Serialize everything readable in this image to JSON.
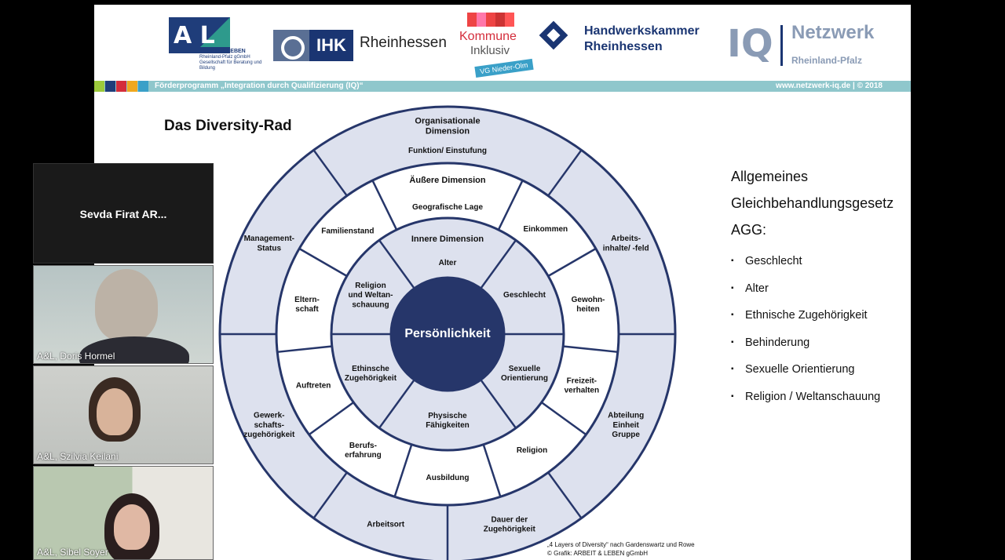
{
  "slide": {
    "logos": {
      "arbeit_leben": "A L",
      "arbeit_leben_name": "ARBEIT & LEBEN",
      "arbeit_leben_sub": "Rheinland-Pfalz gGmbH Gesellschaft für Beratung und Bildung",
      "ihk_box": "IHK",
      "ihk_name": "Rheinhessen",
      "kommune_1": "Kommune",
      "kommune_2": "Inklusiv",
      "kommune_tag": "VG Nieder-Olm",
      "hwk_name": "Handwerkskammer Rheinhessen",
      "iq_mark": "IQ",
      "iq_name": "Netzwerk",
      "iq_region": "Rheinland-Pfalz"
    },
    "stripe": {
      "left": "Förderprogramm „Integration durch Qualifizierung (IQ)“",
      "right": "www.netzwerk-iq.de  |  © 2018",
      "squares": [
        "#9cc93b",
        "#1f3d7a",
        "#d42d3b",
        "#f0a81e",
        "#3aa0c8"
      ]
    },
    "title": "Das Diversity-Rad",
    "wheel": {
      "center": "Persönlichkeit",
      "outer_header": [
        "Organisationale",
        "Dimension"
      ],
      "outer_sub": "Funktion/ Einstufung",
      "outer_segments": [
        [
          "Arbeits-",
          "inhalte/ -feld"
        ],
        [
          "Abteilung",
          "Einheit",
          "Gruppe"
        ],
        [
          "Dauer der",
          "Zugehörigkeit"
        ],
        [
          "Arbeitsort"
        ],
        [
          "Gewerk-",
          "schafts-",
          "zugehörigkeit"
        ],
        [
          "Management-",
          "Status"
        ]
      ],
      "middle_header": "Äußere Dimension",
      "middle_sub": "Geografische Lage",
      "middle_segments": [
        [
          "Einkommen"
        ],
        [
          "Gewohn-",
          "heiten"
        ],
        [
          "Freizeit-",
          "verhalten"
        ],
        [
          "Religion"
        ],
        [
          "Ausbildung"
        ],
        [
          "Berufs-",
          "erfahrung"
        ],
        [
          "Auftreten"
        ],
        [
          "Eltern-",
          "schaft"
        ],
        [
          "Familienstand"
        ]
      ],
      "inner_header": "Innere Dimension",
      "inner_sub": "Alter",
      "inner_segments": [
        [
          "Geschlecht"
        ],
        [
          "Sexuelle",
          "Orientierung"
        ],
        [
          "Physische",
          "Fähigkeiten"
        ],
        [
          "Ethinsche",
          "Zugehörigkeit"
        ],
        [
          "Religion",
          "und Weltan-",
          "schauung"
        ]
      ],
      "colors": {
        "navy": "#26366a",
        "outer_fill": "#dde1ee",
        "white": "#ffffff"
      }
    },
    "agg": {
      "heading": [
        "Allgemeines",
        "Gleichbehandlungsgesetz",
        "AGG:"
      ],
      "items": [
        "Geschlecht",
        "Alter",
        "Ethnische Zugehörigkeit",
        "Behinderung",
        "Sexuelle Orientierung",
        "Religion / Weltanschauung"
      ]
    },
    "credit": [
      "„4 Layers of Diversity“ nach Gardenswartz und Rowe",
      "© Grafik: ARBEIT & LEBEN gGmbH"
    ]
  },
  "participants": [
    {
      "name": "Sevda  Firat AR..."
    },
    {
      "name": "A&L, Doris Hormel"
    },
    {
      "name": "A&L, Szilvia Keilani"
    },
    {
      "name": "A&L, Sibel Soyer"
    }
  ]
}
